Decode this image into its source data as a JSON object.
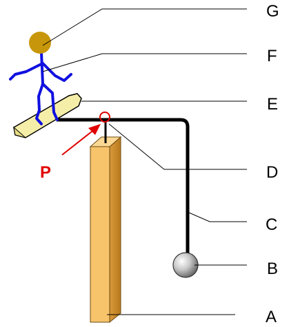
{
  "labels": {
    "G": "G",
    "F": "F",
    "E": "E",
    "D": "D",
    "C": "C",
    "B": "B",
    "A": "A"
  },
  "pivot_label": "P",
  "colors": {
    "pivot_marker": "#e00000",
    "pillar_fill": "#f7c46c",
    "pillar_stroke": "#6b4a10",
    "head_fill": "#c8960a",
    "stick_figure": "#1010e0",
    "board_fill": "#f5eea8",
    "rod": "#000000",
    "ball_fill": "#9a9a9a",
    "leader_lines": "#000000"
  }
}
